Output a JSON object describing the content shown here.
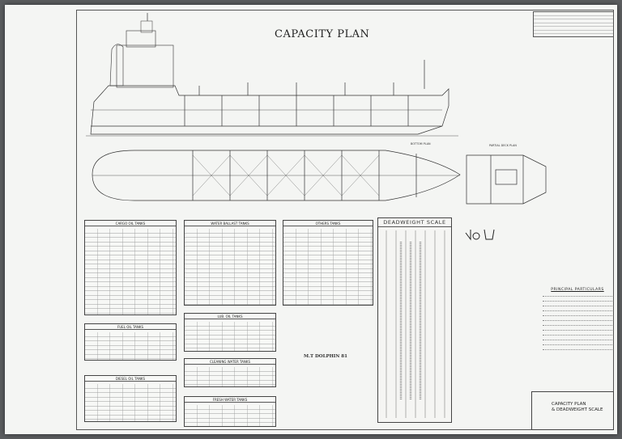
{
  "drawing": {
    "title": "CAPACITY PLAN",
    "ship_name": "M.T DOLPHIN 81",
    "bottom_plan_label": "BOTTOM PLAN",
    "partial_deck_plan_label": "PARTIAL DECK PLAN",
    "deadweight_scale_title": "DEADWEIGHT SCALE",
    "principal_particulars_title": "PRINCIPAL PARTICULARS",
    "title_block": {
      "line1": "CAPACITY PLAN",
      "line2": "& DEADWEIGHT SCALE"
    },
    "tables": {
      "cargo_oil": "CARGO OIL TANKS",
      "water_ballast": "WATER BALLAST TANKS",
      "others": "OTHERS TANKS",
      "fuel_oil": "FUEL OIL TANKS",
      "lub_oil": "LUB. OIL TANKS",
      "cleaning_water": "CLEANING WATER TANKS",
      "diesel_oil": "DIESEL OIL TANKS",
      "fresh_water": "FRESH WATER TANKS"
    }
  }
}
